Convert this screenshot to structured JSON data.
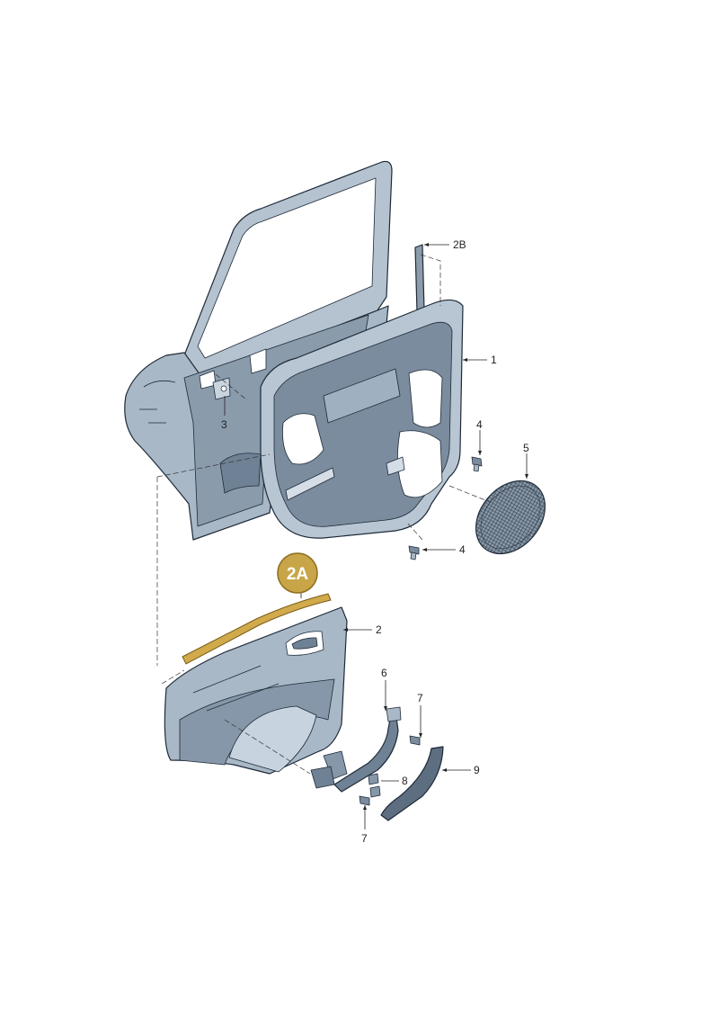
{
  "colors": {
    "part_fill": "#a9b8c6",
    "part_dark": "#6f8194",
    "part_light": "#cfd9e3",
    "outline": "#1e2a38",
    "highlight_badge": "#c8a548",
    "highlight_part": "#d1aa4c"
  },
  "highlight": {
    "label": "2A"
  },
  "callouts": [
    {
      "id": "1",
      "label": "1"
    },
    {
      "id": "2",
      "label": "2"
    },
    {
      "id": "2B",
      "label": "2B"
    },
    {
      "id": "3",
      "label": "3"
    },
    {
      "id": "4a",
      "label": "4"
    },
    {
      "id": "4b",
      "label": "4"
    },
    {
      "id": "5",
      "label": "5"
    },
    {
      "id": "6",
      "label": "6"
    },
    {
      "id": "7a",
      "label": "7"
    },
    {
      "id": "7b",
      "label": "7"
    },
    {
      "id": "8",
      "label": "8"
    },
    {
      "id": "9",
      "label": "9"
    }
  ]
}
